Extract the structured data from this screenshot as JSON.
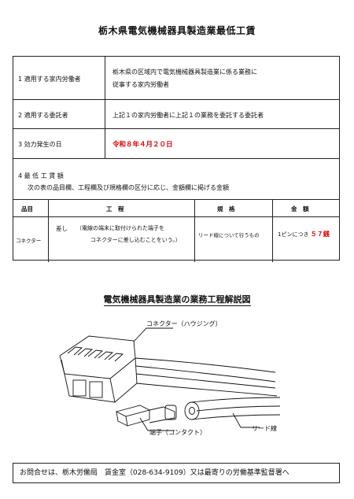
{
  "title": "栃木県電気機械器具製造業最低工賃",
  "rows": {
    "r1": {
      "label": "1 適用する家内労働者",
      "line1": "栃木県の区域内で電気機械器具製造業に係る業務に",
      "line2": "従事する家内労働者"
    },
    "r2": {
      "label": "2 適用する委託者",
      "text": "上記１の家内労働者に上記１の業務を委託する委託者"
    },
    "r3": {
      "label": "3 効力発生の日",
      "text": "令和８年４月２０日"
    }
  },
  "section4": {
    "heading": "4 最 低 工 賃 額",
    "desc": "次の表の品目欄、工程欄及び規格欄の区分に応じ、金額欄に掲げる金額",
    "table": {
      "headers": [
        "品目",
        "工　程",
        "規　格",
        "金　額"
      ],
      "row": {
        "item": "コネクター",
        "process_main": "差し",
        "process_note1": "（電線の端末に取付けられた端子を",
        "process_note2": "コネクターに差し込むことをいう。）",
        "spec": "リード線について行うもの",
        "amount_prefix": "1ピンにつき",
        "amount_value": "５７銭"
      }
    }
  },
  "diagram": {
    "title": "電気機械器具製造業の業務工程解説図",
    "label_connector": "コネクター（ハウジング）",
    "label_terminal": "端子（コンタクト）",
    "label_lead": "リード線"
  },
  "footer": "お問合せは、栃木労働局　賃金室（028-634-9109）又は最寄りの労働基準監督署へ"
}
